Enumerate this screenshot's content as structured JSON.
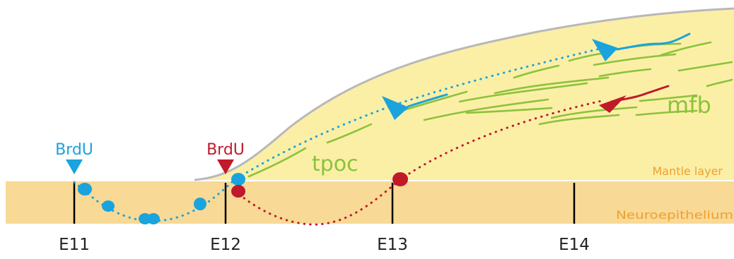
{
  "labels": {
    "brdu_1": "BrdU",
    "brdu_2": "BrdU",
    "tpoc": "tpoc",
    "mfb": "mfb",
    "mantle_layer": "Mantle layer",
    "neuroepithelium": "Neuroepithelium",
    "timepoints": [
      "E11",
      "E12",
      "E13",
      "E14"
    ]
  },
  "colors": {
    "blue": "#1aa3dd",
    "red": "#c0192a",
    "green": "#8cc23c",
    "orange": "#f0a030",
    "mantle_fill": "#fbefa6",
    "neuro_fill": "#f8d995",
    "outline": "#b8b8b8"
  }
}
